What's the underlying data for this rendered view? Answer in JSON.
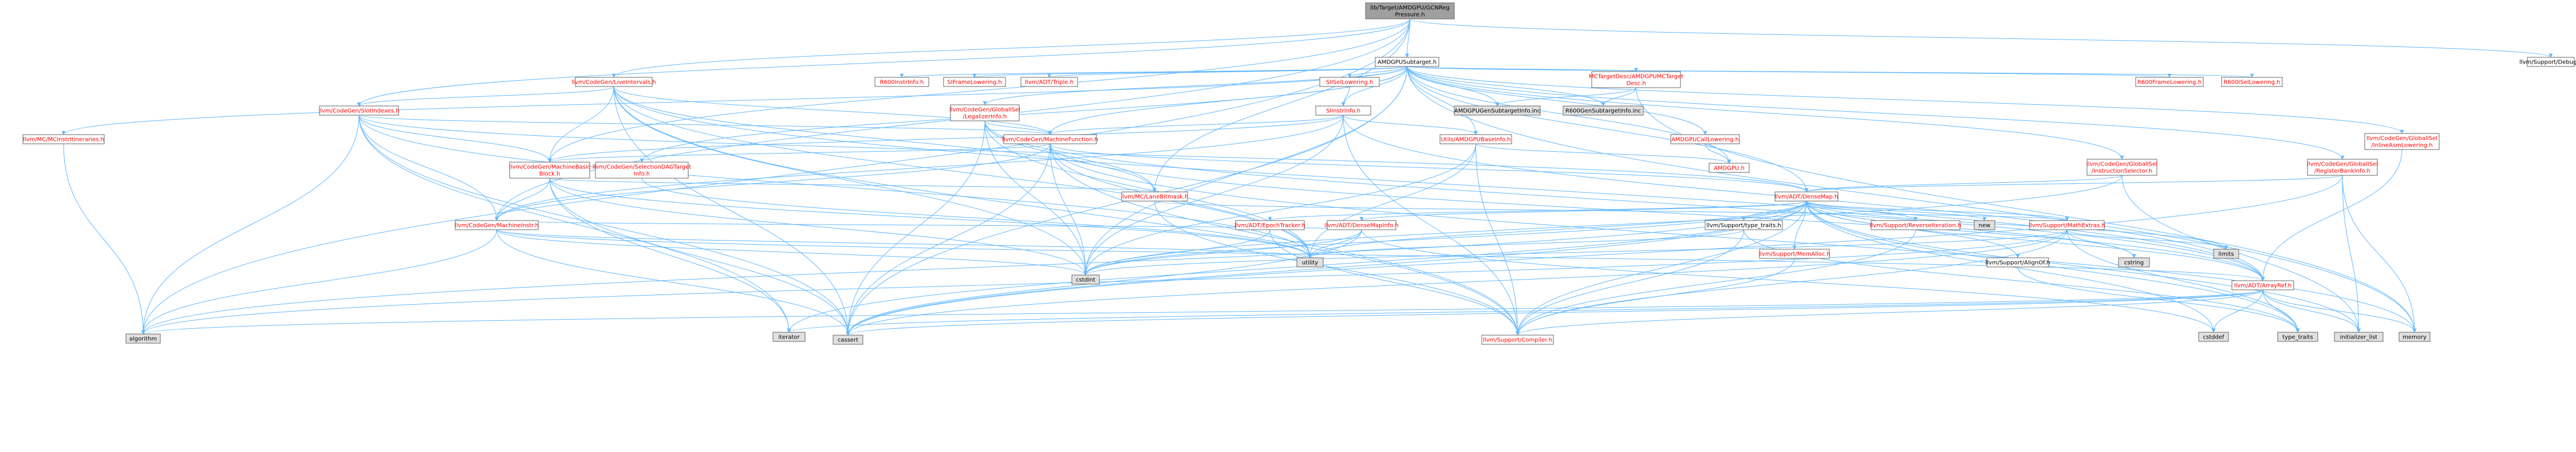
{
  "colors": {
    "root_fill": "#a0a0a0",
    "node_fill": "#ffffff",
    "ext_fill": "#e0e0e0",
    "red_text": "#ff0000",
    "black_text": "#000000",
    "edge": "#63b8ff"
  },
  "nodes": [
    {
      "id": "root",
      "lines": [
        "lib/Target/AMDGPU/GCNReg",
        "Pressure.h"
      ],
      "kind": "root"
    },
    {
      "id": "amdgpusubtarget",
      "lines": [
        "AMDGPUSubtarget.h"
      ],
      "kind": "plain"
    },
    {
      "id": "debug",
      "lines": [
        "llvm/Support/Debug.h"
      ],
      "kind": "plain"
    },
    {
      "id": "liveintervals",
      "lines": [
        "llvm/CodeGen/LiveIntervals.h"
      ],
      "kind": "link"
    },
    {
      "id": "r600instrinfo",
      "lines": [
        "R600InstrInfo.h"
      ],
      "kind": "link"
    },
    {
      "id": "siframelowering",
      "lines": [
        "SIFrameLowering.h"
      ],
      "kind": "link"
    },
    {
      "id": "triple",
      "lines": [
        "llvm/ADT/Triple.h"
      ],
      "kind": "link"
    },
    {
      "id": "siisellowering",
      "lines": [
        "SIISelLowering.h"
      ],
      "kind": "link"
    },
    {
      "id": "mctargetdesc",
      "lines": [
        "MCTargetDesc/AMDGPUMCTarget",
        "Desc.h"
      ],
      "kind": "link"
    },
    {
      "id": "r600framelowering",
      "lines": [
        "R600FrameLowering.h"
      ],
      "kind": "link"
    },
    {
      "id": "r600isellowering",
      "lines": [
        "R600ISelLowering.h"
      ],
      "kind": "link"
    },
    {
      "id": "mcinstritineraries",
      "lines": [
        "llvm/MC/MCInstrItineraries.h"
      ],
      "kind": "link"
    },
    {
      "id": "slotindexes",
      "lines": [
        "llvm/CodeGen/SlotIndexes.h"
      ],
      "kind": "link"
    },
    {
      "id": "legalizerinfo",
      "lines": [
        "llvm/CodeGen/GlobalISel",
        "/LegalizerInfo.h"
      ],
      "kind": "link"
    },
    {
      "id": "siinstrinfo",
      "lines": [
        "SIInstrInfo.h"
      ],
      "kind": "link"
    },
    {
      "id": "amdgpugensubtargetinfo",
      "lines": [
        "AMDGPUGenSubtargetInfo.inc"
      ],
      "kind": "ext"
    },
    {
      "id": "r600gensubtargetinfo",
      "lines": [
        "R600GenSubtargetInfo.inc"
      ],
      "kind": "ext"
    },
    {
      "id": "machinefunction",
      "lines": [
        "llvm/CodeGen/MachineFunction.h"
      ],
      "kind": "link"
    },
    {
      "id": "amdgpubaseinfo",
      "lines": [
        "Utils/AMDGPUBaseInfo.h"
      ],
      "kind": "link"
    },
    {
      "id": "amdgpucalllowering",
      "lines": [
        "AMDGPUCallLowering.h"
      ],
      "kind": "link"
    },
    {
      "id": "amdgpuh",
      "lines": [
        "AMDGPU.h"
      ],
      "kind": "link"
    },
    {
      "id": "inlineasmlowering",
      "lines": [
        "llvm/CodeGen/GlobalISel",
        "/InlineAsmLowering.h"
      ],
      "kind": "link"
    },
    {
      "id": "instructionselector",
      "lines": [
        "llvm/CodeGen/GlobalISel",
        "/InstructionSelector.h"
      ],
      "kind": "link"
    },
    {
      "id": "registerbankinfo",
      "lines": [
        "llvm/CodeGen/GlobalISel",
        "/RegisterBankInfo.h"
      ],
      "kind": "link"
    },
    {
      "id": "machinebasicblock",
      "lines": [
        "llvm/CodeGen/MachineBasic",
        "Block.h"
      ],
      "kind": "link"
    },
    {
      "id": "selectiondagtargetinfo",
      "lines": [
        "llvm/CodeGen/SelectionDAGTarget",
        "Info.h"
      ],
      "kind": "link"
    },
    {
      "id": "lanebitmask",
      "lines": [
        "llvm/MC/LaneBitmask.h"
      ],
      "kind": "link"
    },
    {
      "id": "densemap",
      "lines": [
        "llvm/ADT/DenseMap.h"
      ],
      "kind": "link"
    },
    {
      "id": "machineinstr",
      "lines": [
        "llvm/CodeGen/MachineInstr.h"
      ],
      "kind": "link"
    },
    {
      "id": "epochtracker",
      "lines": [
        "llvm/ADT/EpochTracker.h"
      ],
      "kind": "link"
    },
    {
      "id": "densemapinfo",
      "lines": [
        "llvm/ADT/DenseMapInfo.h"
      ],
      "kind": "link"
    },
    {
      "id": "typetraits_support",
      "lines": [
        "llvm/Support/type_traits.h"
      ],
      "kind": "plain"
    },
    {
      "id": "reverseiteration",
      "lines": [
        "llvm/Support/ReverseIteration.h"
      ],
      "kind": "link"
    },
    {
      "id": "new",
      "lines": [
        "new"
      ],
      "kind": "ext"
    },
    {
      "id": "mathextras",
      "lines": [
        "llvm/Support/MathExtras.h"
      ],
      "kind": "link"
    },
    {
      "id": "memalloc",
      "lines": [
        "llvm/Support/MemAlloc.h"
      ],
      "kind": "link"
    },
    {
      "id": "alignof",
      "lines": [
        "llvm/Support/AlignOf.h"
      ],
      "kind": "plain"
    },
    {
      "id": "cstring",
      "lines": [
        "cstring"
      ],
      "kind": "ext"
    },
    {
      "id": "limits",
      "lines": [
        "limits"
      ],
      "kind": "ext"
    },
    {
      "id": "arrayref",
      "lines": [
        "llvm/ADT/ArrayRef.h"
      ],
      "kind": "link"
    },
    {
      "id": "utility",
      "lines": [
        "utility"
      ],
      "kind": "ext"
    },
    {
      "id": "cstdint",
      "lines": [
        "cstdint"
      ],
      "kind": "ext"
    },
    {
      "id": "algorithm",
      "lines": [
        "algorithm"
      ],
      "kind": "ext"
    },
    {
      "id": "iterator",
      "lines": [
        "iterator"
      ],
      "kind": "ext"
    },
    {
      "id": "cassert",
      "lines": [
        "cassert"
      ],
      "kind": "ext"
    },
    {
      "id": "compiler",
      "lines": [
        "llvm/Support/Compiler.h"
      ],
      "kind": "link"
    },
    {
      "id": "cstddef",
      "lines": [
        "cstddef"
      ],
      "kind": "ext"
    },
    {
      "id": "type_traits",
      "lines": [
        "type_traits"
      ],
      "kind": "ext"
    },
    {
      "id": "initializer_list",
      "lines": [
        "initializer_list"
      ],
      "kind": "ext"
    },
    {
      "id": "memory",
      "lines": [
        "memory"
      ],
      "kind": "ext"
    }
  ],
  "edges": [
    [
      "root",
      "amdgpusubtarget"
    ],
    [
      "root",
      "debug"
    ],
    [
      "root",
      "liveintervals"
    ],
    [
      "root",
      "slotindexes"
    ],
    [
      "root",
      "machinebasicblock"
    ],
    [
      "root",
      "machineinstr"
    ],
    [
      "root",
      "lanebitmask"
    ],
    [
      "root",
      "algorithm"
    ],
    [
      "amdgpusubtarget",
      "r600instrinfo"
    ],
    [
      "amdgpusubtarget",
      "siframelowering"
    ],
    [
      "amdgpusubtarget",
      "triple"
    ],
    [
      "amdgpusubtarget",
      "siisellowering"
    ],
    [
      "amdgpusubtarget",
      "mctargetdesc"
    ],
    [
      "amdgpusubtarget",
      "r600framelowering"
    ],
    [
      "amdgpusubtarget",
      "r600isellowering"
    ],
    [
      "amdgpusubtarget",
      "mcinstritineraries"
    ],
    [
      "amdgpusubtarget",
      "legalizerinfo"
    ],
    [
      "amdgpusubtarget",
      "siinstrinfo"
    ],
    [
      "amdgpusubtarget",
      "amdgpugensubtargetinfo"
    ],
    [
      "amdgpusubtarget",
      "r600gensubtargetinfo"
    ],
    [
      "amdgpusubtarget",
      "amdgpubaseinfo"
    ],
    [
      "amdgpusubtarget",
      "amdgpucalllowering"
    ],
    [
      "amdgpusubtarget",
      "amdgpuh"
    ],
    [
      "amdgpusubtarget",
      "inlineasmlowering"
    ],
    [
      "amdgpusubtarget",
      "instructionselector"
    ],
    [
      "amdgpusubtarget",
      "registerbankinfo"
    ],
    [
      "amdgpusubtarget",
      "selectiondagtargetinfo"
    ],
    [
      "amdgpusubtarget",
      "machinefunction"
    ],
    [
      "amdgpusubtarget",
      "densemap"
    ],
    [
      "amdgpusubtarget",
      "memory"
    ],
    [
      "amdgpusubtarget",
      "cassert"
    ],
    [
      "amdgpusubtarget",
      "cstdint"
    ],
    [
      "liveintervals",
      "slotindexes"
    ],
    [
      "liveintervals",
      "machinebasicblock"
    ],
    [
      "liveintervals",
      "machinefunction"
    ],
    [
      "liveintervals",
      "lanebitmask"
    ],
    [
      "liveintervals",
      "arrayref"
    ],
    [
      "liveintervals",
      "cassert"
    ],
    [
      "liveintervals",
      "cstdint"
    ],
    [
      "liveintervals",
      "utility"
    ],
    [
      "liveintervals",
      "compiler"
    ],
    [
      "siisellowering",
      "siinstrinfo"
    ],
    [
      "mctargetdesc",
      "amdgpugensubtargetinfo"
    ],
    [
      "mctargetdesc",
      "r600gensubtargetinfo"
    ],
    [
      "mctargetdesc",
      "memory"
    ],
    [
      "mcinstritineraries",
      "algorithm"
    ],
    [
      "slotindexes",
      "machinebasicblock"
    ],
    [
      "slotindexes",
      "machinefunction"
    ],
    [
      "slotindexes",
      "machineinstr"
    ],
    [
      "slotindexes",
      "densemap"
    ],
    [
      "slotindexes",
      "algorithm"
    ],
    [
      "slotindexes",
      "cassert"
    ],
    [
      "slotindexes",
      "iterator"
    ],
    [
      "slotindexes",
      "utility"
    ],
    [
      "legalizerinfo",
      "machinefunction"
    ],
    [
      "legalizerinfo",
      "lanebitmask"
    ],
    [
      "legalizerinfo",
      "cassert"
    ],
    [
      "legalizerinfo",
      "cstdint"
    ],
    [
      "legalizerinfo",
      "utility"
    ],
    [
      "legalizerinfo",
      "arrayref"
    ],
    [
      "siinstrinfo",
      "machinefunction"
    ],
    [
      "siinstrinfo",
      "amdgpubaseinfo"
    ],
    [
      "siinstrinfo",
      "machinebasicblock"
    ],
    [
      "siinstrinfo",
      "machineinstr"
    ],
    [
      "siinstrinfo",
      "cstdint"
    ],
    [
      "siinstrinfo",
      "arrayref"
    ],
    [
      "siinstrinfo",
      "compiler"
    ],
    [
      "machinefunction",
      "machinebasicblock"
    ],
    [
      "machinefunction",
      "machineinstr"
    ],
    [
      "machinefunction",
      "densemap"
    ],
    [
      "machinefunction",
      "arrayref"
    ],
    [
      "machinefunction",
      "cassert"
    ],
    [
      "machinefunction",
      "cstdint"
    ],
    [
      "machinefunction",
      "memory"
    ],
    [
      "machinefunction",
      "utility"
    ],
    [
      "machinefunction",
      "compiler"
    ],
    [
      "amdgpubaseinfo",
      "amdgpuh"
    ],
    [
      "amdgpubaseinfo",
      "utility"
    ],
    [
      "amdgpubaseinfo",
      "cstdint"
    ],
    [
      "amdgpubaseinfo",
      "compiler"
    ],
    [
      "amdgpucalllowering",
      "amdgpuh"
    ],
    [
      "inlineasmlowering",
      "arrayref"
    ],
    [
      "instructionselector",
      "densemap"
    ],
    [
      "instructionselector",
      "cstdint"
    ],
    [
      "instructionselector",
      "initializer_list"
    ],
    [
      "registerbankinfo",
      "densemap"
    ],
    [
      "registerbankinfo",
      "cassert"
    ],
    [
      "registerbankinfo",
      "initializer_list"
    ],
    [
      "registerbankinfo",
      "memory"
    ],
    [
      "machinebasicblock",
      "machineinstr"
    ],
    [
      "machinebasicblock",
      "lanebitmask"
    ],
    [
      "machinebasicblock",
      "cassert"
    ],
    [
      "machinebasicblock",
      "cstdint"
    ],
    [
      "machinebasicblock",
      "iterator"
    ],
    [
      "machinebasicblock",
      "utility"
    ],
    [
      "selectiondagtargetinfo",
      "utility"
    ],
    [
      "machineinstr",
      "densemapinfo"
    ],
    [
      "machineinstr",
      "arrayref"
    ],
    [
      "machineinstr",
      "algorithm"
    ],
    [
      "machineinstr",
      "cassert"
    ],
    [
      "machineinstr",
      "cstdint"
    ],
    [
      "machineinstr",
      "utility"
    ],
    [
      "lanebitmask",
      "compiler"
    ],
    [
      "lanebitmask",
      "mathextras"
    ],
    [
      "densemap",
      "epochtracker"
    ],
    [
      "densemap",
      "densemapinfo"
    ],
    [
      "densemap",
      "typetraits_support"
    ],
    [
      "densemap",
      "reverseiteration"
    ],
    [
      "densemap",
      "new"
    ],
    [
      "densemap",
      "mathextras"
    ],
    [
      "densemap",
      "memalloc"
    ],
    [
      "densemap",
      "alignof"
    ],
    [
      "densemap",
      "cstring"
    ],
    [
      "densemap",
      "limits"
    ],
    [
      "densemap",
      "arrayref"
    ],
    [
      "densemap",
      "utility"
    ],
    [
      "densemap",
      "cstdint"
    ],
    [
      "densemap",
      "algorithm"
    ],
    [
      "densemap",
      "iterator"
    ],
    [
      "densemap",
      "cassert"
    ],
    [
      "densemap",
      "compiler"
    ],
    [
      "densemap",
      "cstddef"
    ],
    [
      "densemap",
      "type_traits"
    ],
    [
      "densemap",
      "initializer_list"
    ],
    [
      "epochtracker",
      "compiler"
    ],
    [
      "epochtracker",
      "cstdint"
    ],
    [
      "densemapinfo",
      "cassert"
    ],
    [
      "densemapinfo",
      "cstddef"
    ],
    [
      "densemapinfo",
      "cstdint"
    ],
    [
      "densemapinfo",
      "utility"
    ],
    [
      "typetraits_support",
      "utility"
    ],
    [
      "typetraits_support",
      "compiler"
    ],
    [
      "typetraits_support",
      "type_traits"
    ],
    [
      "reverseiteration",
      "compiler"
    ],
    [
      "mathextras",
      "compiler"
    ],
    [
      "mathextras",
      "cassert"
    ],
    [
      "mathextras",
      "limits"
    ],
    [
      "mathextras",
      "cstdint"
    ],
    [
      "mathextras",
      "cstring"
    ],
    [
      "mathextras",
      "type_traits"
    ],
    [
      "mathextras",
      "algorithm"
    ],
    [
      "memalloc",
      "compiler"
    ],
    [
      "alignof",
      "type_traits"
    ],
    [
      "arrayref",
      "compiler"
    ],
    [
      "arrayref",
      "iterator"
    ],
    [
      "arrayref",
      "cassert"
    ],
    [
      "arrayref",
      "cstddef"
    ],
    [
      "arrayref",
      "initializer_list"
    ],
    [
      "arrayref",
      "memory"
    ],
    [
      "arrayref",
      "type_traits"
    ],
    [
      "arrayref",
      "algorithm"
    ]
  ]
}
